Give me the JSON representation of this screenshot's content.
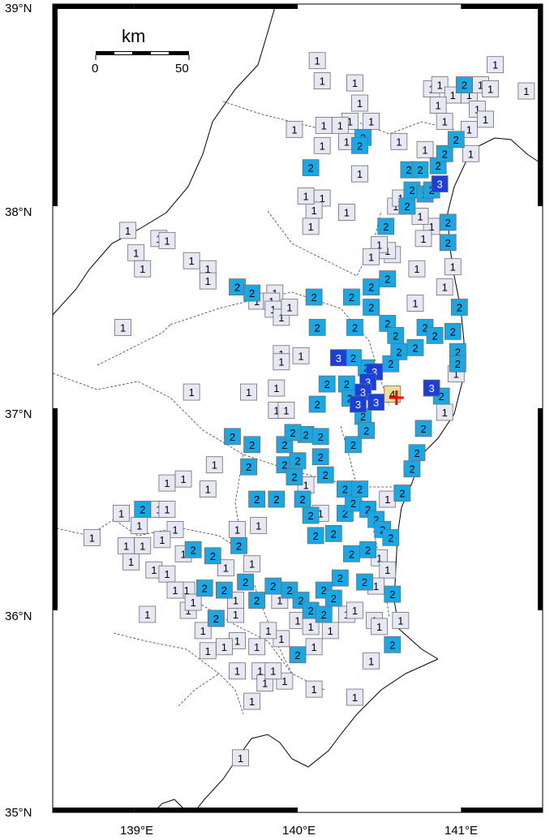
{
  "map": {
    "bounds": {
      "lon_min": 138.5,
      "lon_max": 141.5,
      "lat_min": 35.0,
      "lat_max": 39.0
    },
    "lat_labels": [
      "39°N",
      "38°N",
      "37°N",
      "36°N",
      "35°N"
    ],
    "lon_labels": [
      "139°E",
      "140°E",
      "141°E"
    ],
    "scale_bar": {
      "title": "km",
      "tick_min": "0",
      "tick_max": "50"
    },
    "epicenter": {
      "lon": 140.58,
      "lat": 37.06,
      "color": "#ff0000"
    },
    "colors": {
      "intensity_1": "#e8e8f4",
      "intensity_2": "#1ba7e3",
      "intensity_3": "#1c3fd8",
      "intensity_4": "#f2dc96",
      "border": "#6e6e6e",
      "frame": "#000000"
    },
    "stations": [
      {
        "lon": 138.93,
        "lat": 37.4,
        "v": "1"
      },
      {
        "lon": 138.96,
        "lat": 37.88,
        "v": "1"
      },
      {
        "lon": 139.01,
        "lat": 37.77,
        "v": "1"
      },
      {
        "lon": 139.05,
        "lat": 37.69,
        "v": "1"
      },
      {
        "lon": 139.15,
        "lat": 37.84,
        "v": "1"
      },
      {
        "lon": 139.2,
        "lat": 37.83,
        "v": "1"
      },
      {
        "lon": 139.35,
        "lat": 37.73,
        "v": "1"
      },
      {
        "lon": 139.45,
        "lat": 37.69,
        "v": "1"
      },
      {
        "lon": 139.45,
        "lat": 37.63,
        "v": "1"
      },
      {
        "lon": 139.63,
        "lat": 37.6,
        "v": "2"
      },
      {
        "lon": 139.75,
        "lat": 37.53,
        "v": "1"
      },
      {
        "lon": 139.72,
        "lat": 37.57,
        "v": "2"
      },
      {
        "lon": 139.86,
        "lat": 37.57,
        "v": "1"
      },
      {
        "lon": 139.84,
        "lat": 37.53,
        "v": "1"
      },
      {
        "lon": 139.85,
        "lat": 37.49,
        "v": "1"
      },
      {
        "lon": 139.9,
        "lat": 37.45,
        "v": "1"
      },
      {
        "lon": 139.95,
        "lat": 37.5,
        "v": "1"
      },
      {
        "lon": 140.1,
        "lat": 37.55,
        "v": "2"
      },
      {
        "lon": 140.12,
        "lat": 37.4,
        "v": "2"
      },
      {
        "lon": 139.9,
        "lat": 37.27,
        "v": "1"
      },
      {
        "lon": 139.9,
        "lat": 37.23,
        "v": "1"
      },
      {
        "lon": 140.02,
        "lat": 37.26,
        "v": "1"
      },
      {
        "lon": 140.25,
        "lat": 37.25,
        "v": "3"
      },
      {
        "lon": 140.18,
        "lat": 37.12,
        "v": "2"
      },
      {
        "lon": 139.87,
        "lat": 37.1,
        "v": "1"
      },
      {
        "lon": 139.87,
        "lat": 36.99,
        "v": "1"
      },
      {
        "lon": 139.93,
        "lat": 36.99,
        "v": "1"
      },
      {
        "lon": 140.12,
        "lat": 37.02,
        "v": "2"
      },
      {
        "lon": 139.7,
        "lat": 37.08,
        "v": "1"
      },
      {
        "lon": 139.35,
        "lat": 37.08,
        "v": "1"
      },
      {
        "lon": 139.6,
        "lat": 36.86,
        "v": "2"
      },
      {
        "lon": 139.72,
        "lat": 36.82,
        "v": "2"
      },
      {
        "lon": 139.7,
        "lat": 36.71,
        "v": "2"
      },
      {
        "lon": 139.49,
        "lat": 36.72,
        "v": "1"
      },
      {
        "lon": 139.45,
        "lat": 36.6,
        "v": "1"
      },
      {
        "lon": 139.3,
        "lat": 36.65,
        "v": "1"
      },
      {
        "lon": 139.2,
        "lat": 36.63,
        "v": "1"
      },
      {
        "lon": 139.15,
        "lat": 36.5,
        "v": "1"
      },
      {
        "lon": 139.05,
        "lat": 36.5,
        "v": "2"
      },
      {
        "lon": 138.92,
        "lat": 36.48,
        "v": "1"
      },
      {
        "lon": 139.03,
        "lat": 36.42,
        "v": "1"
      },
      {
        "lon": 139.2,
        "lat": 36.5,
        "v": "1"
      },
      {
        "lon": 139.25,
        "lat": 36.4,
        "v": "1"
      },
      {
        "lon": 139.17,
        "lat": 36.35,
        "v": "1"
      },
      {
        "lon": 138.74,
        "lat": 36.36,
        "v": "1"
      },
      {
        "lon": 138.95,
        "lat": 36.32,
        "v": "1"
      },
      {
        "lon": 138.98,
        "lat": 36.24,
        "v": "1"
      },
      {
        "lon": 139.05,
        "lat": 36.32,
        "v": "1"
      },
      {
        "lon": 139.12,
        "lat": 36.2,
        "v": "1"
      },
      {
        "lon": 139.2,
        "lat": 36.18,
        "v": "1"
      },
      {
        "lon": 139.3,
        "lat": 36.28,
        "v": "1"
      },
      {
        "lon": 139.36,
        "lat": 36.3,
        "v": "2"
      },
      {
        "lon": 139.48,
        "lat": 36.27,
        "v": "2"
      },
      {
        "lon": 139.56,
        "lat": 36.21,
        "v": "1"
      },
      {
        "lon": 139.43,
        "lat": 36.11,
        "v": "2"
      },
      {
        "lon": 139.55,
        "lat": 36.1,
        "v": "2"
      },
      {
        "lon": 139.33,
        "lat": 36.0,
        "v": "1"
      },
      {
        "lon": 139.5,
        "lat": 35.96,
        "v": "1"
      },
      {
        "lon": 139.62,
        "lat": 35.98,
        "v": "1"
      },
      {
        "lon": 139.68,
        "lat": 36.14,
        "v": "2"
      },
      {
        "lon": 139.64,
        "lat": 36.32,
        "v": "2"
      },
      {
        "lon": 139.72,
        "lat": 36.23,
        "v": "1"
      },
      {
        "lon": 139.63,
        "lat": 36.4,
        "v": "1"
      },
      {
        "lon": 139.76,
        "lat": 36.42,
        "v": "1"
      },
      {
        "lon": 139.75,
        "lat": 36.55,
        "v": "2"
      },
      {
        "lon": 139.87,
        "lat": 36.55,
        "v": "2"
      },
      {
        "lon": 139.92,
        "lat": 36.72,
        "v": "2"
      },
      {
        "lon": 139.98,
        "lat": 36.66,
        "v": "2"
      },
      {
        "lon": 140.0,
        "lat": 36.74,
        "v": "2"
      },
      {
        "lon": 140.05,
        "lat": 36.87,
        "v": "2"
      },
      {
        "lon": 140.14,
        "lat": 36.86,
        "v": "2"
      },
      {
        "lon": 140.14,
        "lat": 36.76,
        "v": "2"
      },
      {
        "lon": 140.17,
        "lat": 36.67,
        "v": "2"
      },
      {
        "lon": 139.92,
        "lat": 36.82,
        "v": "2"
      },
      {
        "lon": 139.97,
        "lat": 36.88,
        "v": "2"
      },
      {
        "lon": 140.05,
        "lat": 36.62,
        "v": "1"
      },
      {
        "lon": 140.03,
        "lat": 36.55,
        "v": "2"
      },
      {
        "lon": 140.08,
        "lat": 36.47,
        "v": "2"
      },
      {
        "lon": 140.14,
        "lat": 36.48,
        "v": "1"
      },
      {
        "lon": 140.11,
        "lat": 36.37,
        "v": "2"
      },
      {
        "lon": 140.22,
        "lat": 36.38,
        "v": "2"
      },
      {
        "lon": 140.29,
        "lat": 36.48,
        "v": "2"
      },
      {
        "lon": 140.29,
        "lat": 36.6,
        "v": "2"
      },
      {
        "lon": 140.34,
        "lat": 36.53,
        "v": "2"
      },
      {
        "lon": 140.38,
        "lat": 36.6,
        "v": "2"
      },
      {
        "lon": 140.43,
        "lat": 36.5,
        "v": "2"
      },
      {
        "lon": 140.48,
        "lat": 36.45,
        "v": "2"
      },
      {
        "lon": 140.52,
        "lat": 36.4,
        "v": "2"
      },
      {
        "lon": 140.55,
        "lat": 36.55,
        "v": "1"
      },
      {
        "lon": 140.64,
        "lat": 36.58,
        "v": "2"
      },
      {
        "lon": 140.7,
        "lat": 36.7,
        "v": "2"
      },
      {
        "lon": 140.73,
        "lat": 36.78,
        "v": "2"
      },
      {
        "lon": 140.77,
        "lat": 36.9,
        "v": "2"
      },
      {
        "lon": 140.88,
        "lat": 37.06,
        "v": "2"
      },
      {
        "lon": 140.82,
        "lat": 37.1,
        "v": "3"
      },
      {
        "lon": 140.47,
        "lat": 37.18,
        "v": "3"
      },
      {
        "lon": 140.43,
        "lat": 37.13,
        "v": "3"
      },
      {
        "lon": 140.4,
        "lat": 37.08,
        "v": "3"
      },
      {
        "lon": 140.37,
        "lat": 37.02,
        "v": "3"
      },
      {
        "lon": 140.48,
        "lat": 37.03,
        "v": "3"
      },
      {
        "lon": 140.42,
        "lat": 37.2,
        "v": "2"
      },
      {
        "lon": 140.4,
        "lat": 36.96,
        "v": "2"
      },
      {
        "lon": 140.42,
        "lat": 36.89,
        "v": "2"
      },
      {
        "lon": 140.34,
        "lat": 36.82,
        "v": "2"
      },
      {
        "lon": 140.3,
        "lat": 37.12,
        "v": "2"
      },
      {
        "lon": 140.32,
        "lat": 37.05,
        "v": "2"
      },
      {
        "lon": 140.34,
        "lat": 37.25,
        "v": "2"
      },
      {
        "lon": 140.35,
        "lat": 37.4,
        "v": "2"
      },
      {
        "lon": 140.33,
        "lat": 37.55,
        "v": "2"
      },
      {
        "lon": 140.45,
        "lat": 37.5,
        "v": "2"
      },
      {
        "lon": 140.45,
        "lat": 37.6,
        "v": "2"
      },
      {
        "lon": 140.55,
        "lat": 37.64,
        "v": "2"
      },
      {
        "lon": 140.55,
        "lat": 37.42,
        "v": "2"
      },
      {
        "lon": 140.6,
        "lat": 37.36,
        "v": "2"
      },
      {
        "lon": 140.57,
        "lat": 37.22,
        "v": "2"
      },
      {
        "lon": 140.62,
        "lat": 37.28,
        "v": "2"
      },
      {
        "lon": 140.72,
        "lat": 37.3,
        "v": "2"
      },
      {
        "lon": 140.78,
        "lat": 37.4,
        "v": "2"
      },
      {
        "lon": 140.84,
        "lat": 37.36,
        "v": "2"
      },
      {
        "lon": 140.95,
        "lat": 37.38,
        "v": "2"
      },
      {
        "lon": 140.99,
        "lat": 37.5,
        "v": "2"
      },
      {
        "lon": 140.98,
        "lat": 37.28,
        "v": "2"
      },
      {
        "lon": 140.98,
        "lat": 37.22,
        "v": "2"
      },
      {
        "lon": 140.97,
        "lat": 37.17,
        "v": "1"
      },
      {
        "lon": 140.9,
        "lat": 36.98,
        "v": "1"
      },
      {
        "lon": 140.72,
        "lat": 37.52,
        "v": "1"
      },
      {
        "lon": 140.73,
        "lat": 37.69,
        "v": "1"
      },
      {
        "lon": 140.9,
        "lat": 37.6,
        "v": "1"
      },
      {
        "lon": 140.95,
        "lat": 37.7,
        "v": "1"
      },
      {
        "lon": 140.92,
        "lat": 37.82,
        "v": "2"
      },
      {
        "lon": 140.92,
        "lat": 37.92,
        "v": "2"
      },
      {
        "lon": 140.82,
        "lat": 37.9,
        "v": "1"
      },
      {
        "lon": 140.77,
        "lat": 37.84,
        "v": "1"
      },
      {
        "lon": 140.58,
        "lat": 37.76,
        "v": "1"
      },
      {
        "lon": 140.55,
        "lat": 37.78,
        "v": "1"
      },
      {
        "lon": 140.5,
        "lat": 37.81,
        "v": "1"
      },
      {
        "lon": 140.54,
        "lat": 37.9,
        "v": "2"
      },
      {
        "lon": 140.45,
        "lat": 37.75,
        "v": "1"
      },
      {
        "lon": 140.3,
        "lat": 37.97,
        "v": "1"
      },
      {
        "lon": 140.6,
        "lat": 38.0,
        "v": "1"
      },
      {
        "lon": 140.67,
        "lat": 38.0,
        "v": "2"
      },
      {
        "lon": 140.7,
        "lat": 38.08,
        "v": "2"
      },
      {
        "lon": 140.78,
        "lat": 38.06,
        "v": "2"
      },
      {
        "lon": 140.82,
        "lat": 38.08,
        "v": "2"
      },
      {
        "lon": 140.87,
        "lat": 38.11,
        "v": "3"
      },
      {
        "lon": 140.86,
        "lat": 38.2,
        "v": "2"
      },
      {
        "lon": 140.9,
        "lat": 38.26,
        "v": "2"
      },
      {
        "lon": 140.97,
        "lat": 38.33,
        "v": "2"
      },
      {
        "lon": 140.68,
        "lat": 38.18,
        "v": "2"
      },
      {
        "lon": 140.75,
        "lat": 38.18,
        "v": "2"
      },
      {
        "lon": 140.63,
        "lat": 38.04,
        "v": "1"
      },
      {
        "lon": 140.75,
        "lat": 37.95,
        "v": "1"
      },
      {
        "lon": 140.78,
        "lat": 38.28,
        "v": "1"
      },
      {
        "lon": 140.62,
        "lat": 38.32,
        "v": "1"
      },
      {
        "lon": 140.4,
        "lat": 38.34,
        "v": "2"
      },
      {
        "lon": 140.38,
        "lat": 38.3,
        "v": "2"
      },
      {
        "lon": 140.32,
        "lat": 38.42,
        "v": "1"
      },
      {
        "lon": 140.16,
        "lat": 38.4,
        "v": "1"
      },
      {
        "lon": 140.15,
        "lat": 38.3,
        "v": "1"
      },
      {
        "lon": 140.26,
        "lat": 38.4,
        "v": "1"
      },
      {
        "lon": 140.3,
        "lat": 38.32,
        "v": "1"
      },
      {
        "lon": 140.45,
        "lat": 38.42,
        "v": "1"
      },
      {
        "lon": 140.38,
        "lat": 38.16,
        "v": "1"
      },
      {
        "lon": 140.08,
        "lat": 38.19,
        "v": "2"
      },
      {
        "lon": 139.98,
        "lat": 38.38,
        "v": "1"
      },
      {
        "lon": 140.12,
        "lat": 38.72,
        "v": "1"
      },
      {
        "lon": 140.15,
        "lat": 38.62,
        "v": "1"
      },
      {
        "lon": 140.35,
        "lat": 38.61,
        "v": "1"
      },
      {
        "lon": 140.38,
        "lat": 38.51,
        "v": "1"
      },
      {
        "lon": 140.15,
        "lat": 38.04,
        "v": "1"
      },
      {
        "lon": 140.1,
        "lat": 37.98,
        "v": "1"
      },
      {
        "lon": 140.05,
        "lat": 38.05,
        "v": "1"
      },
      {
        "lon": 140.08,
        "lat": 37.9,
        "v": "1"
      },
      {
        "lon": 140.82,
        "lat": 38.58,
        "v": "1"
      },
      {
        "lon": 140.87,
        "lat": 38.6,
        "v": "1"
      },
      {
        "lon": 140.95,
        "lat": 38.55,
        "v": "1"
      },
      {
        "lon": 140.86,
        "lat": 38.5,
        "v": "1"
      },
      {
        "lon": 140.9,
        "lat": 38.42,
        "v": "1"
      },
      {
        "lon": 141.02,
        "lat": 38.6,
        "v": "2"
      },
      {
        "lon": 141.05,
        "lat": 38.55,
        "v": "1"
      },
      {
        "lon": 141.1,
        "lat": 38.48,
        "v": "1"
      },
      {
        "lon": 141.15,
        "lat": 38.43,
        "v": "1"
      },
      {
        "lon": 141.05,
        "lat": 38.38,
        "v": "1"
      },
      {
        "lon": 141.12,
        "lat": 38.6,
        "v": "1"
      },
      {
        "lon": 141.18,
        "lat": 38.58,
        "v": "1"
      },
      {
        "lon": 141.21,
        "lat": 38.7,
        "v": "1"
      },
      {
        "lon": 141.4,
        "lat": 38.57,
        "v": "1"
      },
      {
        "lon": 141.06,
        "lat": 38.26,
        "v": "1"
      },
      {
        "lon": 139.5,
        "lat": 35.96,
        "v": "2"
      },
      {
        "lon": 139.62,
        "lat": 36.05,
        "v": "1"
      },
      {
        "lon": 139.75,
        "lat": 36.05,
        "v": "2"
      },
      {
        "lon": 139.85,
        "lat": 36.12,
        "v": "2"
      },
      {
        "lon": 139.89,
        "lat": 36.05,
        "v": "1"
      },
      {
        "lon": 139.95,
        "lat": 36.1,
        "v": "2"
      },
      {
        "lon": 140.02,
        "lat": 36.05,
        "v": "2"
      },
      {
        "lon": 140.08,
        "lat": 36.0,
        "v": "2"
      },
      {
        "lon": 140.16,
        "lat": 36.1,
        "v": "2"
      },
      {
        "lon": 140.22,
        "lat": 36.06,
        "v": "2"
      },
      {
        "lon": 140.26,
        "lat": 36.16,
        "v": "2"
      },
      {
        "lon": 140.33,
        "lat": 36.28,
        "v": "2"
      },
      {
        "lon": 140.43,
        "lat": 36.3,
        "v": "2"
      },
      {
        "lon": 140.5,
        "lat": 36.26,
        "v": "1"
      },
      {
        "lon": 140.57,
        "lat": 36.36,
        "v": "2"
      },
      {
        "lon": 140.55,
        "lat": 36.2,
        "v": "1"
      },
      {
        "lon": 140.48,
        "lat": 36.12,
        "v": "1"
      },
      {
        "lon": 140.41,
        "lat": 36.14,
        "v": "2"
      },
      {
        "lon": 140.58,
        "lat": 36.08,
        "v": "2"
      },
      {
        "lon": 140.47,
        "lat": 35.95,
        "v": "1"
      },
      {
        "lon": 140.5,
        "lat": 35.92,
        "v": "1"
      },
      {
        "lon": 140.58,
        "lat": 35.83,
        "v": "2"
      },
      {
        "lon": 140.63,
        "lat": 35.95,
        "v": "1"
      },
      {
        "lon": 140.45,
        "lat": 35.75,
        "v": "1"
      },
      {
        "lon": 140.35,
        "lat": 35.57,
        "v": "1"
      },
      {
        "lon": 140.2,
        "lat": 35.9,
        "v": "1"
      },
      {
        "lon": 140.1,
        "lat": 35.82,
        "v": "1"
      },
      {
        "lon": 140.0,
        "lat": 35.78,
        "v": "2"
      },
      {
        "lon": 139.9,
        "lat": 35.86,
        "v": "1"
      },
      {
        "lon": 139.82,
        "lat": 35.9,
        "v": "1"
      },
      {
        "lon": 139.75,
        "lat": 35.82,
        "v": "1"
      },
      {
        "lon": 139.63,
        "lat": 35.85,
        "v": "1"
      },
      {
        "lon": 139.55,
        "lat": 35.82,
        "v": "1"
      },
      {
        "lon": 139.45,
        "lat": 35.8,
        "v": "1"
      },
      {
        "lon": 139.42,
        "lat": 35.9,
        "v": "1"
      },
      {
        "lon": 139.63,
        "lat": 35.7,
        "v": "1"
      },
      {
        "lon": 139.77,
        "lat": 35.7,
        "v": "1"
      },
      {
        "lon": 139.8,
        "lat": 35.64,
        "v": "1"
      },
      {
        "lon": 139.92,
        "lat": 35.65,
        "v": "1"
      },
      {
        "lon": 140.1,
        "lat": 35.61,
        "v": "1"
      },
      {
        "lon": 139.65,
        "lat": 35.27,
        "v": "1"
      },
      {
        "lon": 139.72,
        "lat": 35.55,
        "v": "1"
      },
      {
        "lon": 139.85,
        "lat": 35.7,
        "v": "1"
      },
      {
        "lon": 140.0,
        "lat": 35.95,
        "v": "1"
      },
      {
        "lon": 140.08,
        "lat": 35.92,
        "v": "1"
      },
      {
        "lon": 140.16,
        "lat": 35.98,
        "v": "2"
      },
      {
        "lon": 140.3,
        "lat": 35.98,
        "v": "1"
      },
      {
        "lon": 140.35,
        "lat": 36.0,
        "v": "1"
      },
      {
        "lon": 139.32,
        "lat": 36.1,
        "v": "1"
      },
      {
        "lon": 139.25,
        "lat": 36.1,
        "v": "1"
      },
      {
        "lon": 139.36,
        "lat": 36.04,
        "v": "1"
      },
      {
        "lon": 139.08,
        "lat": 35.98,
        "v": "1"
      },
      {
        "lon": 140.58,
        "lat": 37.07,
        "v": "4"
      }
    ]
  }
}
